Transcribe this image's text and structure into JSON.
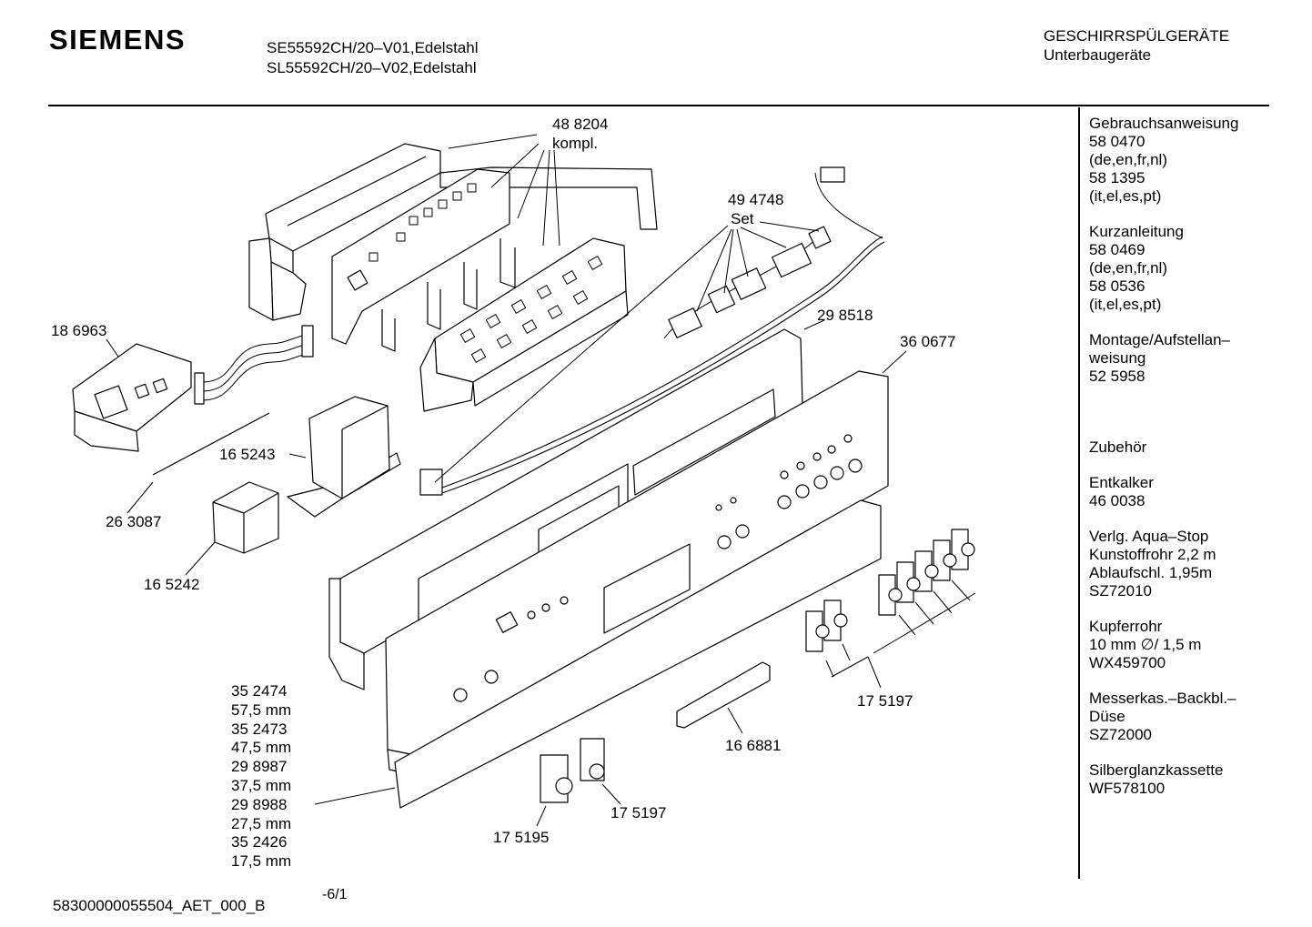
{
  "header": {
    "brand": "SIEMENS",
    "models": [
      "SE55592CH/20–V01,Edelstahl",
      "SL55592CH/20–V02,Edelstahl"
    ],
    "category_title": "GESCHIRRSPÜLGERÄTE",
    "category_subtitle": "Unterbaugeräte"
  },
  "sidebar": {
    "groups": [
      [
        "Gebrauchsanweisung",
        "58 0470",
        "(de,en,fr,nl)",
        "58 1395",
        "(it,el,es,pt)"
      ],
      [
        "Kurzanleitung",
        "58 0469",
        "(de,en,fr,nl)",
        "58 0536",
        "(it,el,es,pt)"
      ],
      [
        "Montage/Aufstellan–",
        "weisung",
        "52 5958"
      ],
      [
        ""
      ],
      [
        "Zubehör"
      ],
      [
        "Entkalker",
        "46 0038"
      ],
      [
        "Verlg. Aqua–Stop",
        "Kunstoffrohr 2,2 m",
        "Ablaufschl. 1,95m",
        "SZ72010"
      ],
      [
        "Kupferrohr",
        "10 mm ∅/ 1,5 m",
        "WX459700"
      ],
      [
        "Messerkas.–Backbl.–",
        "Düse",
        "SZ72000"
      ],
      [
        "Silberglanzkassette",
        "WF578100"
      ]
    ]
  },
  "parts": {
    "p488204": "48 8204",
    "p488204_note": "kompl.",
    "p494748": "49 4748",
    "p494748_note": "Set",
    "p186963": "18 6963",
    "p298518": "29 8518",
    "p360677": "36 0677",
    "p165243": "16 5243",
    "p263087": "26 3087",
    "p165242": "16 5242",
    "p175197a": "17 5197",
    "p166881": "16 6881",
    "p175197b": "17 5197",
    "p175195": "17 5195"
  },
  "panel_variants": [
    "35 2474",
    "57,5 mm",
    "35 2473",
    "47,5 mm",
    "29 8987",
    "37,5 mm",
    "29 8988",
    "27,5 mm",
    "35 2426",
    "17,5 mm"
  ],
  "footer": {
    "doc_id": "58300000055504_AET_000_B",
    "page": "-6/1"
  }
}
